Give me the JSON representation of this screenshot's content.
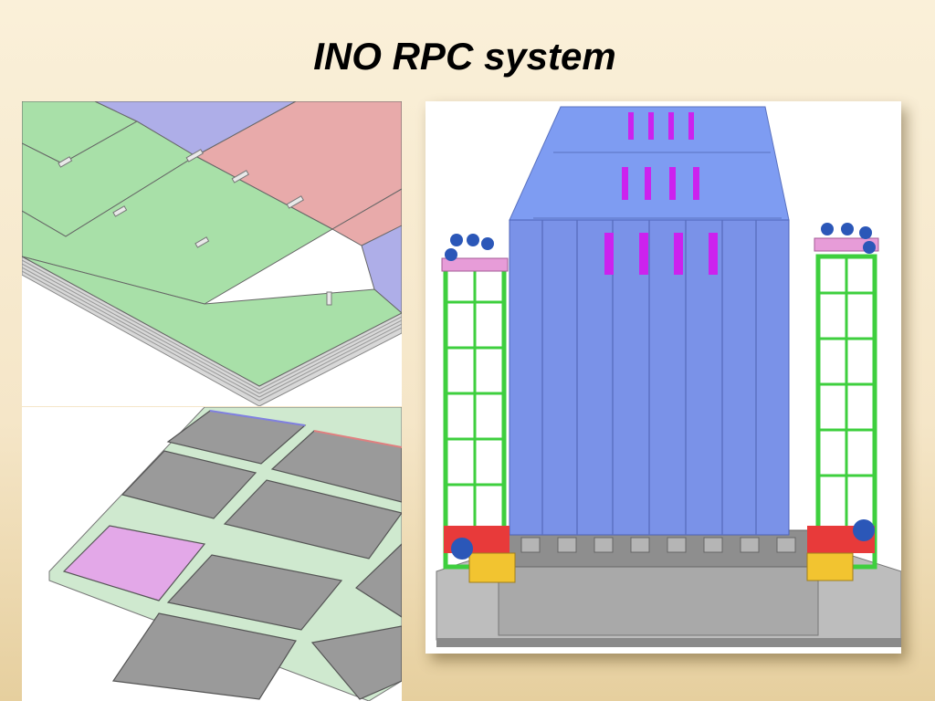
{
  "slide": {
    "title": "INO RPC system"
  },
  "images": [
    {
      "id": "rpc-stack-layers"
    },
    {
      "id": "rpc-module-grid"
    },
    {
      "id": "ino-iron-calorimeter-detector"
    }
  ],
  "colors": {
    "green": "#a8e0a8",
    "blue": "#aeaee8",
    "red": "#e8aaaa",
    "gray": "#9a9a9a",
    "pink": "#e3a8e8",
    "detector_blue": "#7f9ef0",
    "magenta_strips": "#cc22ee",
    "tower_green": "#3ecf3e"
  }
}
